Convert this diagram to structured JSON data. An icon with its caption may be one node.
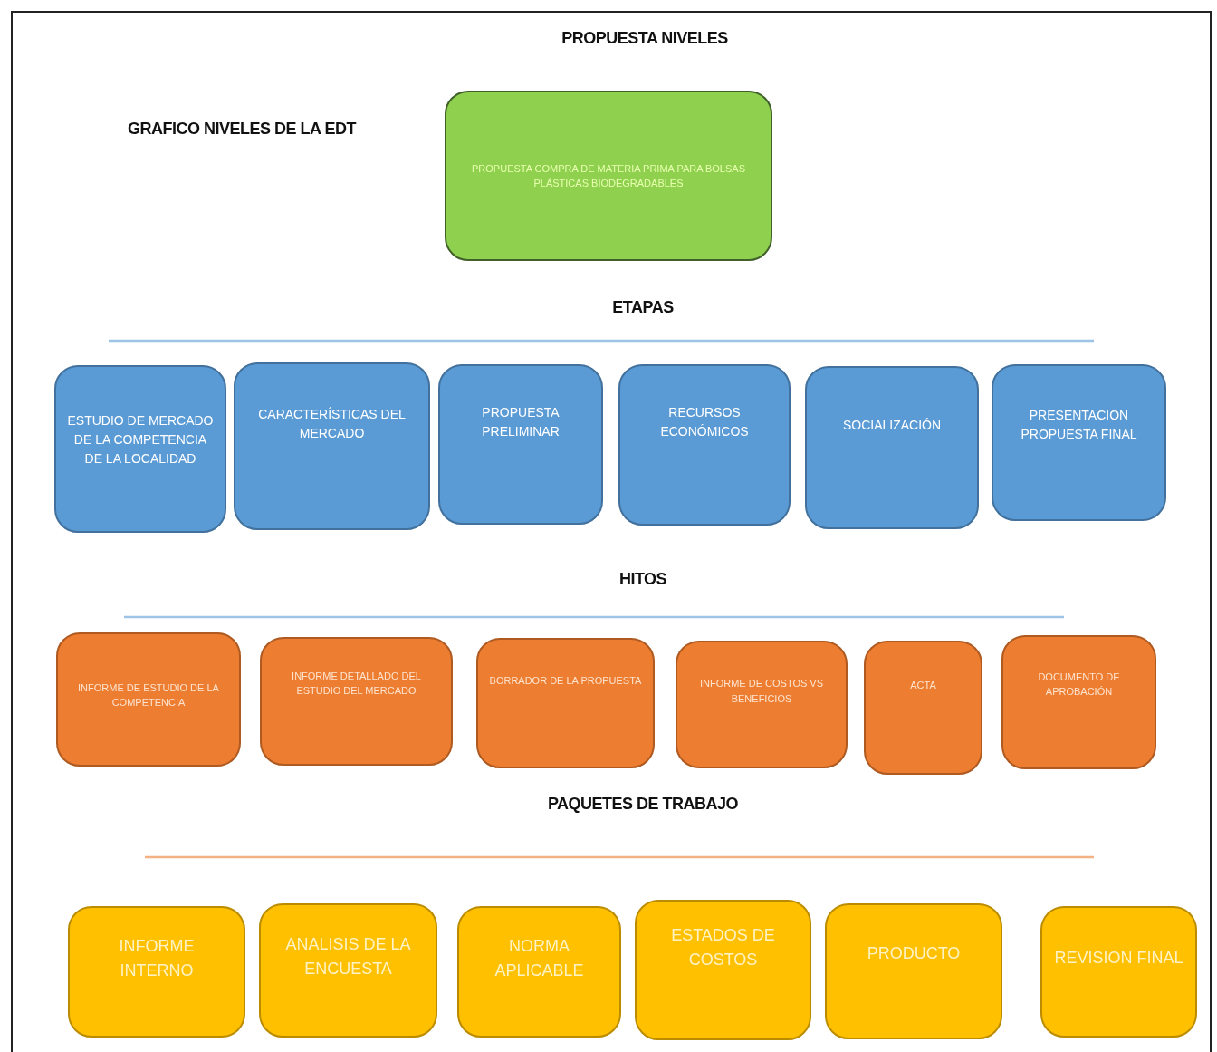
{
  "diagram": {
    "title": "PROPUESTA NIVELES",
    "nodes": [
      {
        "text": [
          "PROPUESTA COMPRA DE MATERIA PRIMA PARA BOLSAS PLÁSTICAS BIODEGRADABLES"
        ]
      },
      {
        "text": [
          "ESTUDIO DE MERCADO DE LA COMPETENCIA DE LA LOCALIDAD"
        ]
      },
      {
        "text": [
          "CARACTERÍSTICAS DEL MERCADO"
        ]
      },
      {
        "text": [
          "PROPUESTA PRELIMINAR"
        ]
      },
      {
        "text": [
          "RECURSOS ECONÓMICOS"
        ]
      },
      {
        "text": [
          "SOCIALIZACIÓN"
        ]
      },
      {
        "text": [
          "PRESENTACION PROPUESTA FINAL"
        ]
      },
      {
        "text": [
          "INFORME DE ESTUDIO DE LA COMPETENCIA"
        ]
      },
      {
        "text": [
          "INFORME DETALLADO DEL ESTUDIO DEL MERCADO"
        ]
      },
      {
        "text": [
          "BORRADOR DE LA PROPUESTA"
        ]
      },
      {
        "text": [
          "INFORME DE COSTOS VS BENEFICIOS"
        ]
      },
      {
        "text": [
          "ACTA"
        ]
      },
      {
        "text": [
          "DOCUMENTO DE APROBACIÓN"
        ]
      },
      {
        "text": [
          "INFORME INTERNO"
        ]
      },
      {
        "text": [
          "ANALISIS DE LA ENCUESTA"
        ]
      },
      {
        "text": [
          "NORMA APLICABLE"
        ]
      },
      {
        "text": [
          "ESTADOS DE COSTOS"
        ]
      },
      {
        "text": [
          "PRODUCTO"
        ]
      },
      {
        "text": [
          "REVISION FINAL"
        ]
      }
    ],
    "labels": [
      "GRAFICO NIVELES DE LA EDT",
      "ETAPAS",
      "HITOS",
      "PAQUETES DE TRABAJO"
    ]
  }
}
